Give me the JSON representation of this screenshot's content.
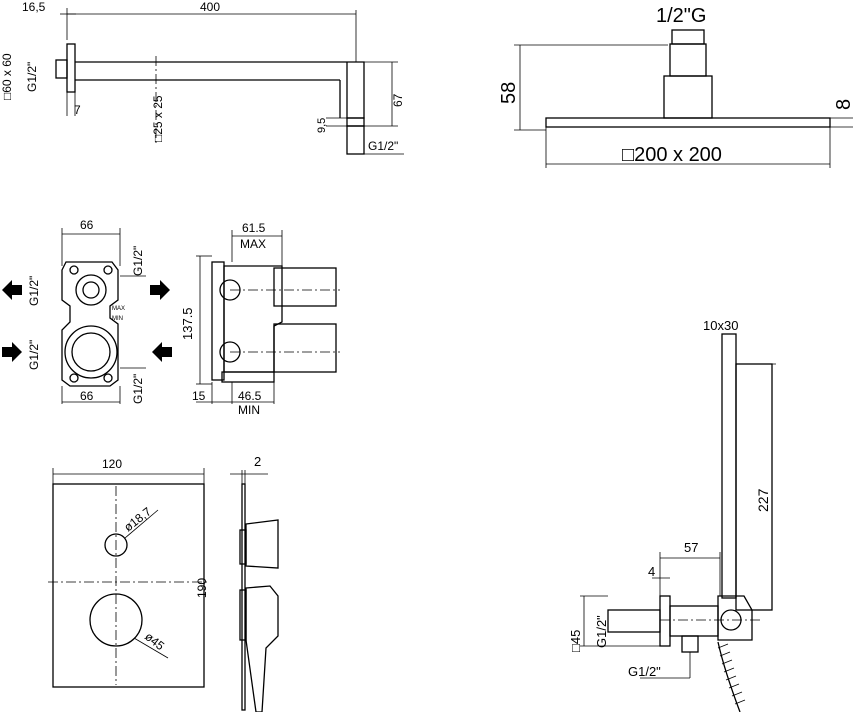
{
  "shower_arm": {
    "dim_depth": "16,5",
    "dim_length": "400",
    "flange_size": "□60 x 60",
    "flange_thread": "G1/2\"",
    "wall_offset": "7",
    "arm_section": "□25 x 25",
    "drop_height": "67",
    "nozzle_height": "9,5",
    "outlet_thread": "G1/2\""
  },
  "shower_head": {
    "inlet_thread": "1/2\"G",
    "height": "58",
    "thickness": "8",
    "size": "□200 x 200"
  },
  "diverter_body": {
    "width_top": "66",
    "width_bottom": "66",
    "ports": [
      "G1/2\"",
      "G1/2\"",
      "G1/2\"",
      "G1/2\""
    ],
    "max_depth_value": "61.5",
    "max_label": "MAX",
    "height": "137.5",
    "wall_depth": "15",
    "min_depth_value": "46.5",
    "min_label": "MIN",
    "small_labels": [
      "MAX",
      "MIN"
    ]
  },
  "trim_plate": {
    "width": "120",
    "height": "190",
    "thickness": "2",
    "small_hole": "ø18,7",
    "large_hole": "ø45"
  },
  "hand_shower": {
    "handle_section": "10x30",
    "length": "227",
    "outlet_reach": "57",
    "outlet_offset": "4",
    "bracket_size": "□45",
    "side_thread": "G1/2\"",
    "bottom_thread": "G1/2\""
  }
}
